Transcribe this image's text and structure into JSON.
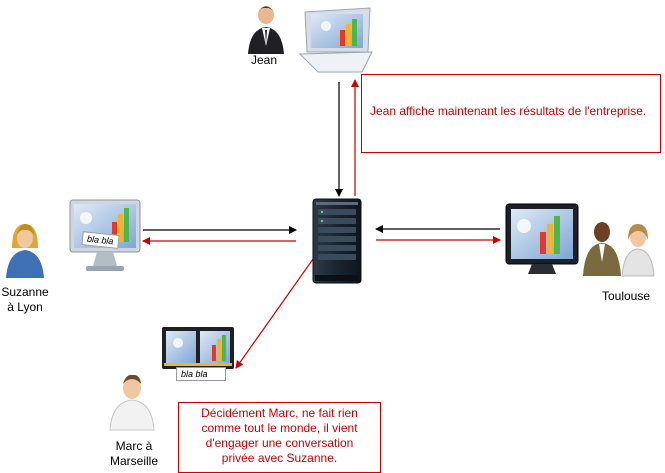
{
  "nodes": {
    "jean": {
      "label": "Jean"
    },
    "suzanne": {
      "label_line1": "Suzanne",
      "label_line2": "à Lyon"
    },
    "toulouse": {
      "label": "Toulouse"
    },
    "marc": {
      "label_line1": "Marc à",
      "label_line2": "Marseille"
    }
  },
  "chat_bubbles": {
    "suzanne": "bla bla",
    "marc": "bla bla"
  },
  "callouts": {
    "top": "Jean affiche maintenant les résultats de l'entreprise.",
    "bottom": "Décidément Marc, ne fait rien comme tout le monde, il vient d'engager une conversation privée avec Suzanne."
  },
  "colors": {
    "accent": "#cc0000",
    "arrow_black": "#000000",
    "server": "#1e2a36",
    "screen_blue": "#4a7fc0"
  }
}
